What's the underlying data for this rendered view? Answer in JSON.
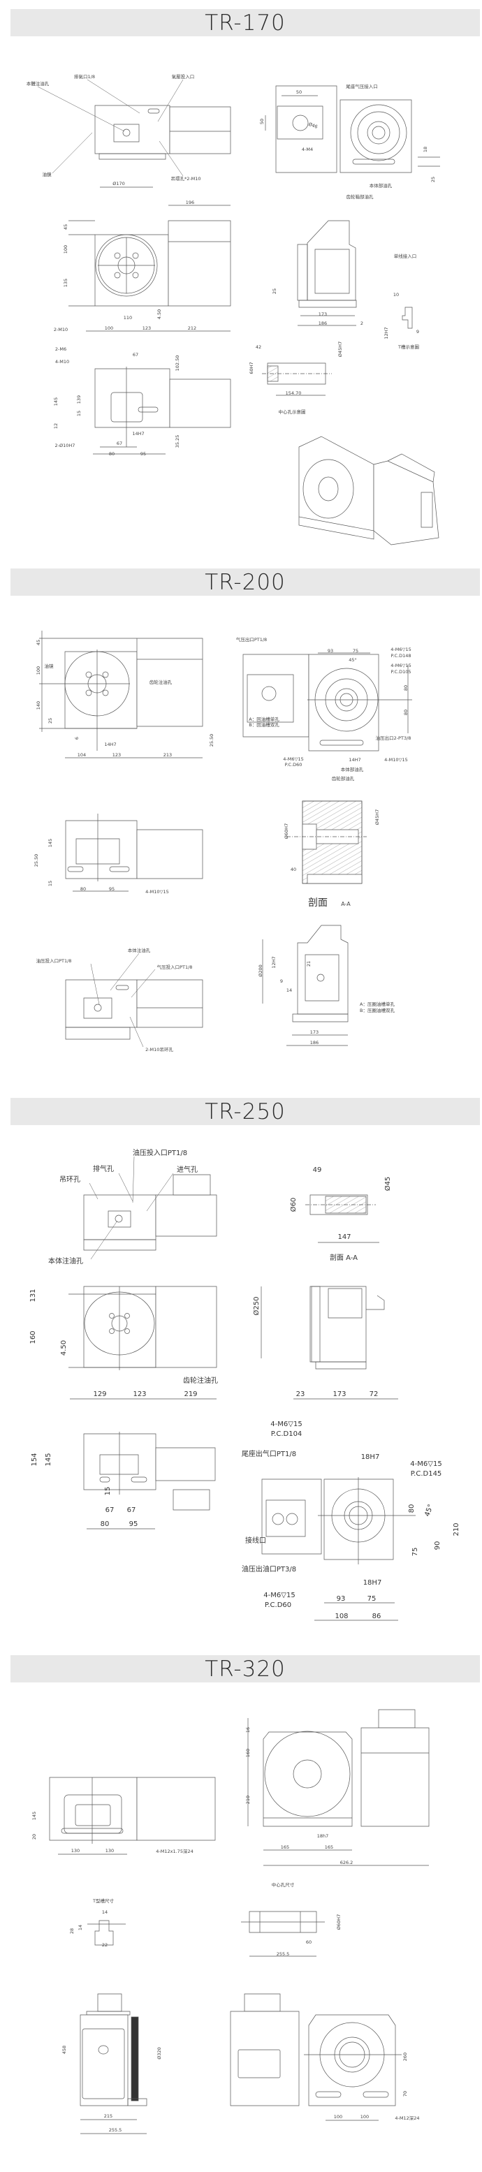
{
  "sections": [
    {
      "title": "TR-170",
      "labels": [
        "本體注油孔",
        "排氣口1/8",
        "氣壓投入口",
        "油鏡",
        "吊環孔*2-M10",
        "Ø170",
        "尾座气压接入口",
        "50",
        "50",
        "Ø46",
        "4-M4",
        "18",
        "25",
        "本体部油孔",
        "齿轮箱部油孔",
        "196",
        "45",
        "100",
        "135",
        "110",
        "4.50",
        "100",
        "123",
        "212",
        "2-M10",
        "单线接入口",
        "25",
        "173",
        "186",
        "2",
        "10",
        "12H7",
        "9",
        "T槽示意圖",
        "2-M6",
        "4-M10",
        "67",
        "102.50",
        "42",
        "60H7",
        "Ø45H7",
        "145",
        "139",
        "15",
        "12",
        "2-Ø10H7",
        "14H7",
        "67",
        "80",
        "95",
        "35.25",
        "154.70",
        "中心孔示意圖"
      ]
    },
    {
      "title": "TR-200",
      "labels": [
        "45",
        "100",
        "140",
        "油镜",
        "齿轮注油孔",
        "25",
        "6",
        "14H7",
        "104",
        "123",
        "213",
        "25.50",
        "气压出口PT1/8",
        "93",
        "75",
        "45°",
        "4-M6▽15",
        "P.C.D148",
        "4-M6▽15",
        "P.C.D105",
        "80",
        "80",
        "A：回油槽单孔",
        "B：回油槽双孔",
        "油压出口2-PT3/8",
        "4-M10▽15",
        "4-M6▽15",
        "P.C.D60",
        "14H7",
        "本体部油孔",
        "齿轮部油孔",
        "145",
        "25.50",
        "15",
        "80",
        "95",
        "4-M10▽15",
        "Ø60H7",
        "Ø45H7",
        "40",
        "剖面",
        "A-A",
        "本体注油孔",
        "油压投入口PT1/8",
        "气压投入口PT1/8",
        "2-M10吊环孔",
        "Ø200",
        "12H7",
        "21",
        "9",
        "14",
        "A：压圈油槽单孔",
        "B：压圈油槽双孔",
        "173",
        "186"
      ]
    },
    {
      "title": "TR-250",
      "labels": [
        "油压投入口PT1/8",
        "排气孔",
        "进气孔",
        "吊环孔",
        "本体注油孔",
        "49",
        "Ø45",
        "Ø60",
        "147",
        "剖面 A-A",
        "131",
        "160",
        "4.50",
        "齿轮注油孔",
        "129",
        "123",
        "219",
        "Ø250",
        "23",
        "173",
        "72",
        "154",
        "145",
        "15",
        "67",
        "67",
        "80",
        "95",
        "4-M6▽15",
        "P.C.D104",
        "尾座出气口PT1/8",
        "18H7",
        "4-M6▽15",
        "P.C.D145",
        "80",
        "45°",
        "210",
        "90",
        "75",
        "接线口",
        "油压出油口PT3/8",
        "18H7",
        "4-M6▽15",
        "P.C.D60",
        "93",
        "75",
        "108",
        "86"
      ]
    },
    {
      "title": "TR-320",
      "labels": [
        "16",
        "160",
        "210",
        "18h7",
        "165",
        "165",
        "626.2",
        "145",
        "20",
        "130",
        "130",
        "4-M12x1.75深24",
        "T型槽尺寸",
        "14",
        "28",
        "14",
        "22",
        "中心孔尺寸",
        "Ø60H7",
        "60",
        "255.5",
        "458",
        "Ø320",
        "215",
        "255.5",
        "260",
        "70",
        "100",
        "100",
        "4-M12深24"
      ]
    }
  ]
}
